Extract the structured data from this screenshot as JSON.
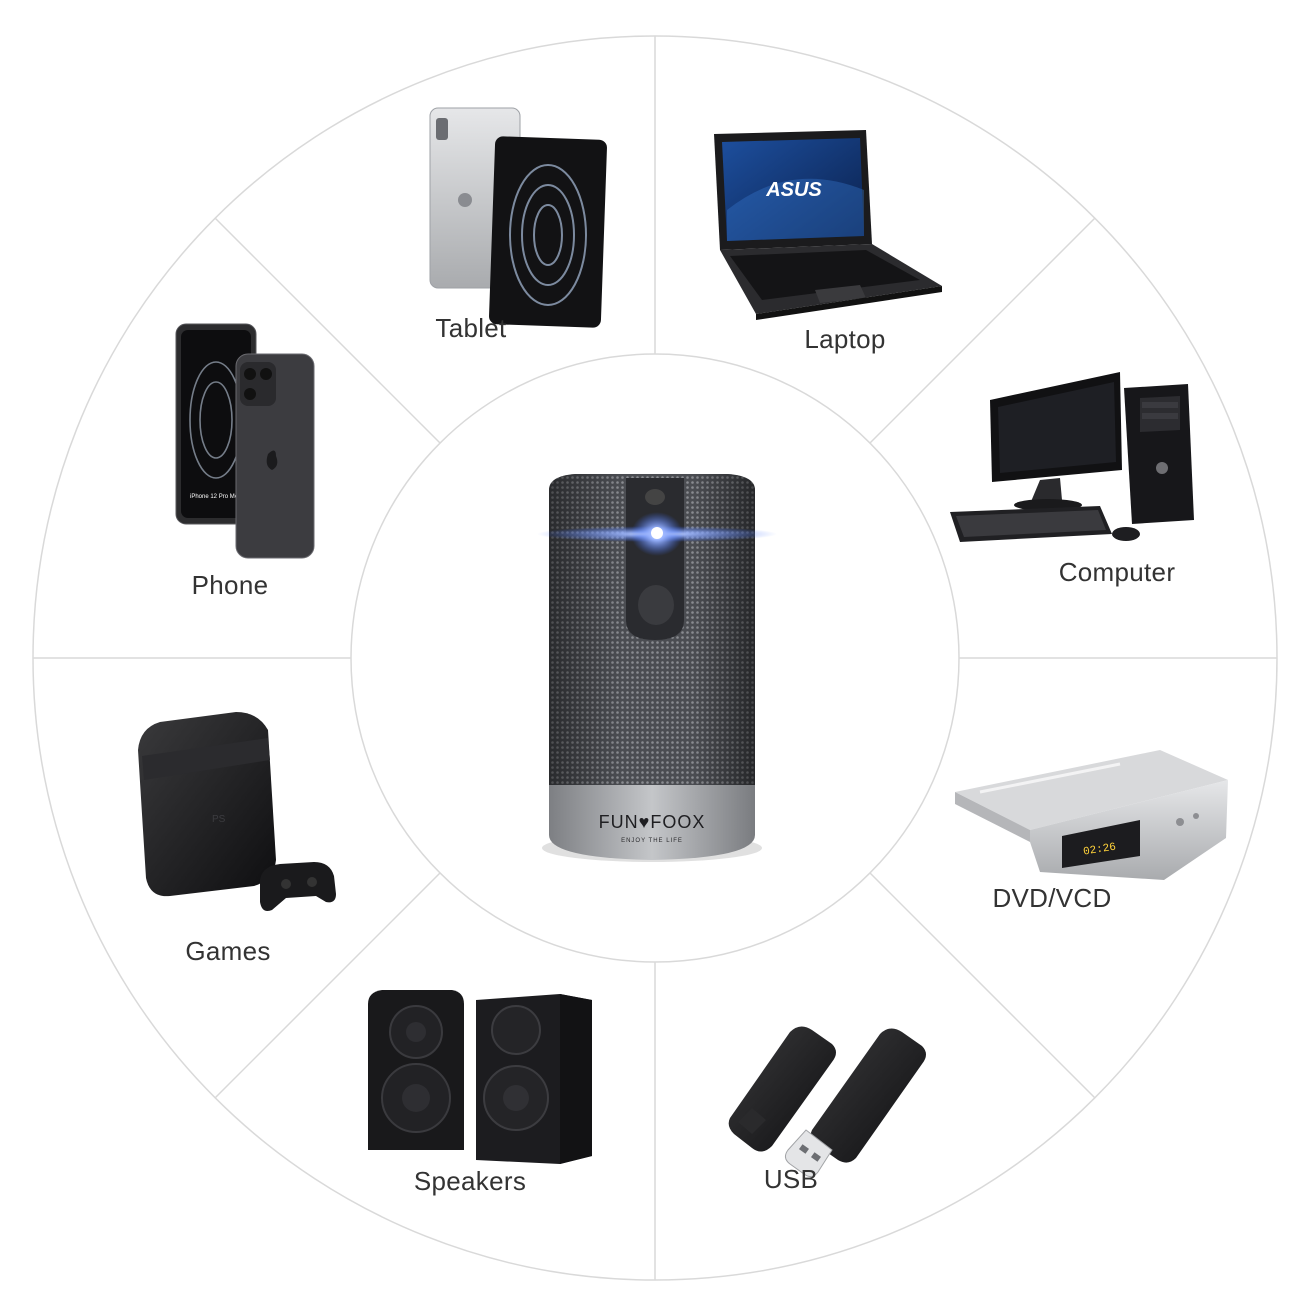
{
  "segments": [
    {
      "id": "tablet",
      "label": "Tablet"
    },
    {
      "id": "laptop",
      "label": "Laptop"
    },
    {
      "id": "computer",
      "label": "Computer"
    },
    {
      "id": "dvd",
      "label": "DVD/VCD"
    },
    {
      "id": "usb",
      "label": "USB"
    },
    {
      "id": "speakers",
      "label": "Speakers"
    },
    {
      "id": "games",
      "label": "Games"
    },
    {
      "id": "phone",
      "label": "Phone"
    }
  ],
  "center": {
    "brand_logo": "FUN♥FOOX",
    "brand_slogan": "ENJOY THE LIFE"
  },
  "device_text": {
    "laptop_logo": "ASUS",
    "phone_screen_text": "iPhone 12 Pro Mockup",
    "dvd_display": "02:26"
  },
  "colors": {
    "ring_line": "#d9d9d9",
    "label": "#333333",
    "projector_grille": "#5a5c60",
    "projector_base": "#9a9ca0",
    "beam": "#3a6bff"
  }
}
